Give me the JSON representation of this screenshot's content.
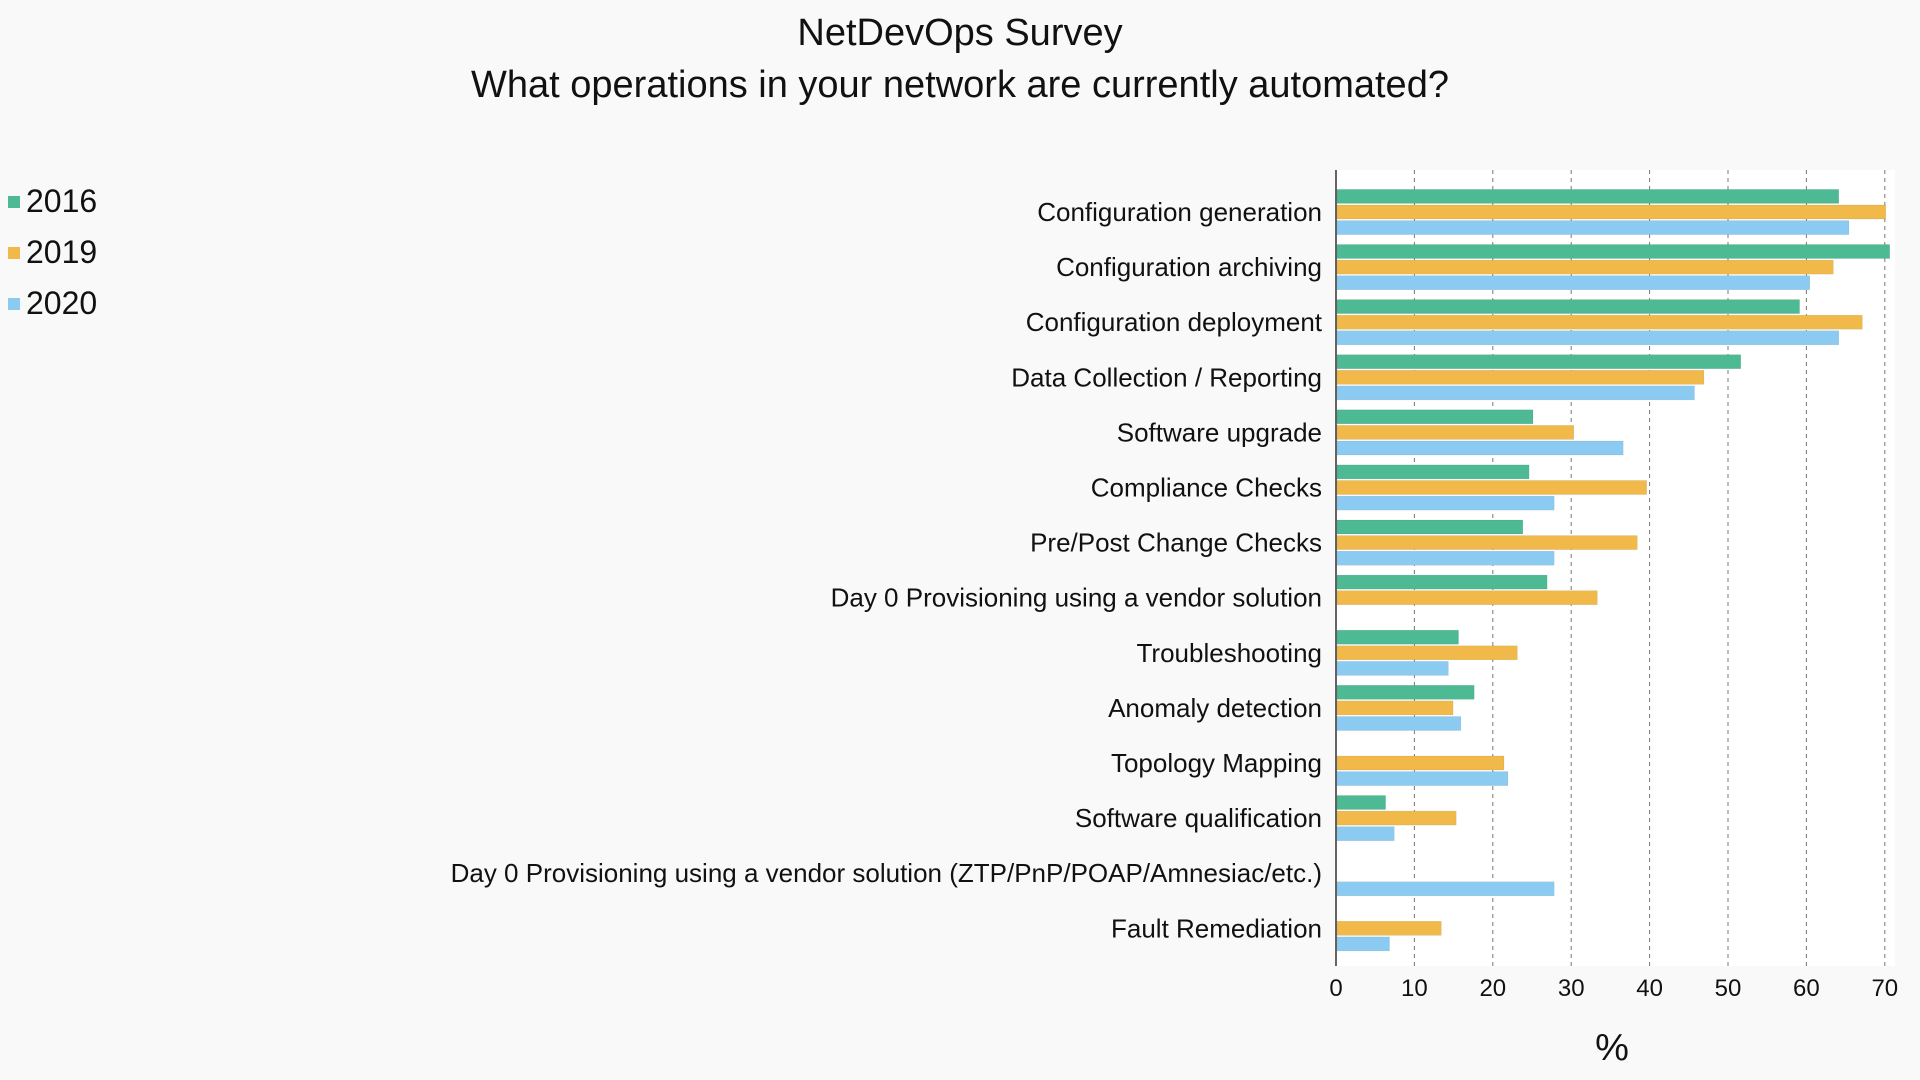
{
  "chart_data": {
    "type": "bar",
    "orientation": "horizontal",
    "title": "NetDevOps Survey",
    "subtitle": "What operations in your network are currently automated?",
    "xlabel": "%",
    "ylabel": "",
    "xlim": [
      0,
      70
    ],
    "xticks": [
      0,
      10,
      20,
      30,
      40,
      50,
      60,
      70
    ],
    "grid": "vertical dashed",
    "legend_position": "top-left",
    "categories": [
      "Configuration generation",
      "Configuration archiving",
      "Configuration deployment",
      "Data Collection / Reporting",
      "Software upgrade",
      "Compliance Checks",
      "Pre/Post Change Checks",
      "Day 0 Provisioning using a vendor solution",
      "Troubleshooting",
      "Anomaly detection",
      "Topology Mapping",
      "Software qualification",
      "Day 0 Provisioning using a vendor solution (ZTP/PnP/POAP/Amnesiac/etc.)",
      "Fault Remediation"
    ],
    "series": [
      {
        "name": "2016",
        "color": "#4dba94",
        "values": [
          64,
          70.5,
          59,
          51.5,
          25,
          24.5,
          23.7,
          26.8,
          15.5,
          17.5,
          0,
          6.2,
          0,
          0
        ]
      },
      {
        "name": "2019",
        "color": "#f0b94a",
        "values": [
          70,
          63.3,
          67,
          46.8,
          30.2,
          39.5,
          38.3,
          33.2,
          23,
          14.8,
          21.3,
          15.2,
          0,
          13.3
        ]
      },
      {
        "name": "2020",
        "color": "#8ccbf1",
        "values": [
          65.3,
          60.3,
          64,
          45.6,
          36.5,
          27.7,
          27.7,
          null,
          14.2,
          15.8,
          21.8,
          7.3,
          27.7,
          6.7
        ]
      }
    ]
  }
}
